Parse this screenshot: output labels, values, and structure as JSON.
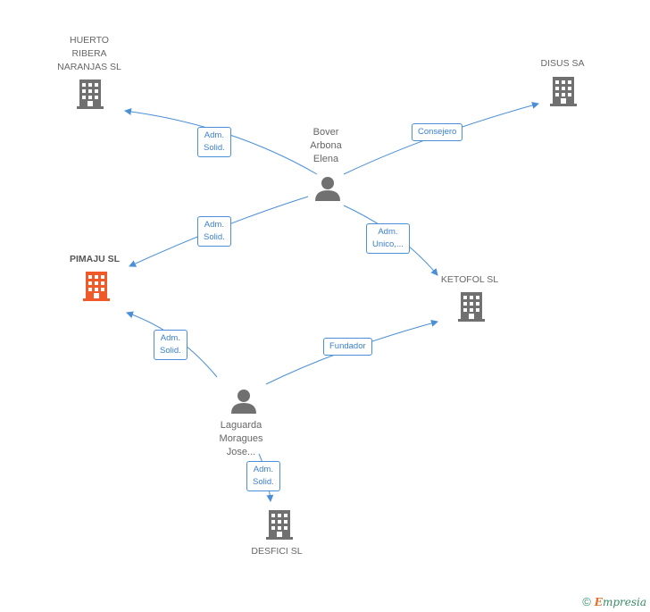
{
  "nodes": {
    "huerto": {
      "label": "HUERTO\nRIBERA\nNARANJAS  SL",
      "type": "company",
      "icon": "building-icon"
    },
    "disus": {
      "label": "DISUS SA",
      "type": "company",
      "icon": "building-icon"
    },
    "bover": {
      "label": "Bover\nArbona\nElena",
      "type": "person",
      "icon": "person-icon"
    },
    "pimaju": {
      "label": "PIMAJU  SL",
      "type": "company",
      "icon": "building-icon",
      "highlight_color": "#f05a28"
    },
    "ketofol": {
      "label": "KETOFOL  SL",
      "type": "company",
      "icon": "building-icon"
    },
    "laguarda": {
      "label": "Laguarda\nMoragues\nJose...",
      "type": "person",
      "icon": "person-icon"
    },
    "desfici": {
      "label": "DESFICI  SL",
      "type": "company",
      "icon": "building-icon"
    }
  },
  "edges": {
    "e1": {
      "label": "Adm.\nSolid."
    },
    "e2": {
      "label": "Consejero"
    },
    "e3": {
      "label": "Adm.\nSolid."
    },
    "e4": {
      "label": "Adm.\nUnico,..."
    },
    "e5": {
      "label": "Adm.\nSolid."
    },
    "e6": {
      "label": "Fundador"
    },
    "e7": {
      "label": "Adm.\nSolid."
    }
  },
  "footer": {
    "copyright": "©",
    "brand_initial": "E",
    "brand_rest": "mpresia"
  },
  "colors": {
    "edge": "#4a8fd8",
    "icon": "#707070",
    "highlight": "#f05a28",
    "brand": "#3a8a64"
  }
}
